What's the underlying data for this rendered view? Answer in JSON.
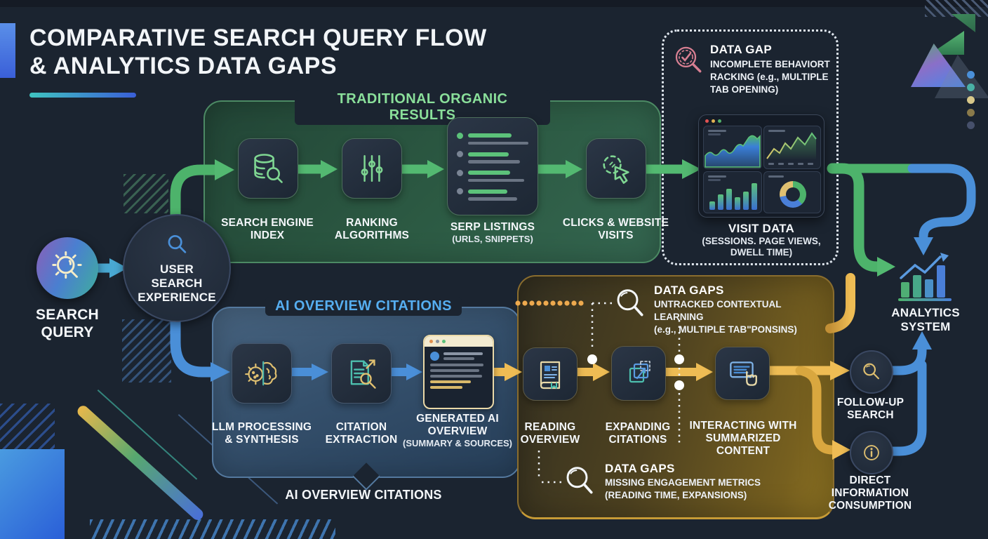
{
  "title": {
    "line1": "COMPARATIVE SEARCH QUERY FLOW",
    "line2": "& ANALYTICS DATA GAPS"
  },
  "left": {
    "search_query": "SEARCH QUERY",
    "user_experience": "USER SEARCH EXPERIENCE"
  },
  "organic": {
    "title": "TRADITIONAL ORGANIC RESULTS",
    "steps": [
      {
        "label": "SEARCH ENGINE INDEX",
        "icon": "database-search-icon"
      },
      {
        "label": "RANKING ALGORITHMS",
        "icon": "sliders-icon"
      },
      {
        "label": "SERP LISTINGS",
        "sublabel": "(URLs, SNIPPETS)",
        "icon": "serp-list-icon"
      },
      {
        "label": "CLICKS & WEBSITE VISITS",
        "icon": "cursor-click-icon"
      }
    ]
  },
  "gap_box": {
    "title": "DATA GAP",
    "text": "INCOMPLETE BEHAVIORT RACKING (e.g., MULTIPLE TAB OPENING)",
    "visit_label": "VISIT DATA",
    "visit_sublabel": "(SESSIONS. PAGE VIEWS, DWELL TIME)"
  },
  "ai": {
    "title": "AI OVERVIEW CITATIONS",
    "bottom_label": "AI OVERVIEW CITATIONS",
    "steps": [
      {
        "label": "LLM PROCESSING & SYNTHESIS",
        "icon": "brain-gear-icon"
      },
      {
        "label": "CITATION EXTRACTION",
        "icon": "document-search-icon"
      },
      {
        "label": "GENERATED AI OVERVIEW",
        "sublabel": "(SUMMARY & SOURCES)",
        "icon": "ai-overview-window-icon"
      }
    ]
  },
  "gold": {
    "gap_top": {
      "title": "DATA GAPS",
      "line1": "UNTRACKED CONTEXTUAL LEARNING",
      "line2": "(e.g., MULTIPLE TAB\"PONSINS)"
    },
    "gap_bottom": {
      "title": "DATA GAPS",
      "line1": "MISSING ENGAGEMENT METRICS",
      "line2": "(READING TIME, EXPANSIONS)"
    },
    "steps": [
      {
        "label": "READING OVERVIEW",
        "icon": "book-icon"
      },
      {
        "label": "EXPANDING CITATIONS",
        "icon": "expand-citations-icon"
      },
      {
        "label": "INTERACTING WITH SUMMARIZED CONTENT",
        "icon": "tap-content-icon"
      }
    ]
  },
  "outcomes": {
    "analytics": "ANALYTICS SYSTEM",
    "follow_up": "FOLLOW-UP SEARCH",
    "direct": "DIRECT INFORMATION CONSUMPTION"
  },
  "colors": {
    "background": "#1b2430",
    "green_accent": "#53b971",
    "green_title": "#8adf9a",
    "blue_accent": "#4a8fd8",
    "blue_title": "#56aef0",
    "gold_accent": "#eebc54",
    "text": "#f2f5f8",
    "gap_icon_pink": "#d87f92"
  }
}
